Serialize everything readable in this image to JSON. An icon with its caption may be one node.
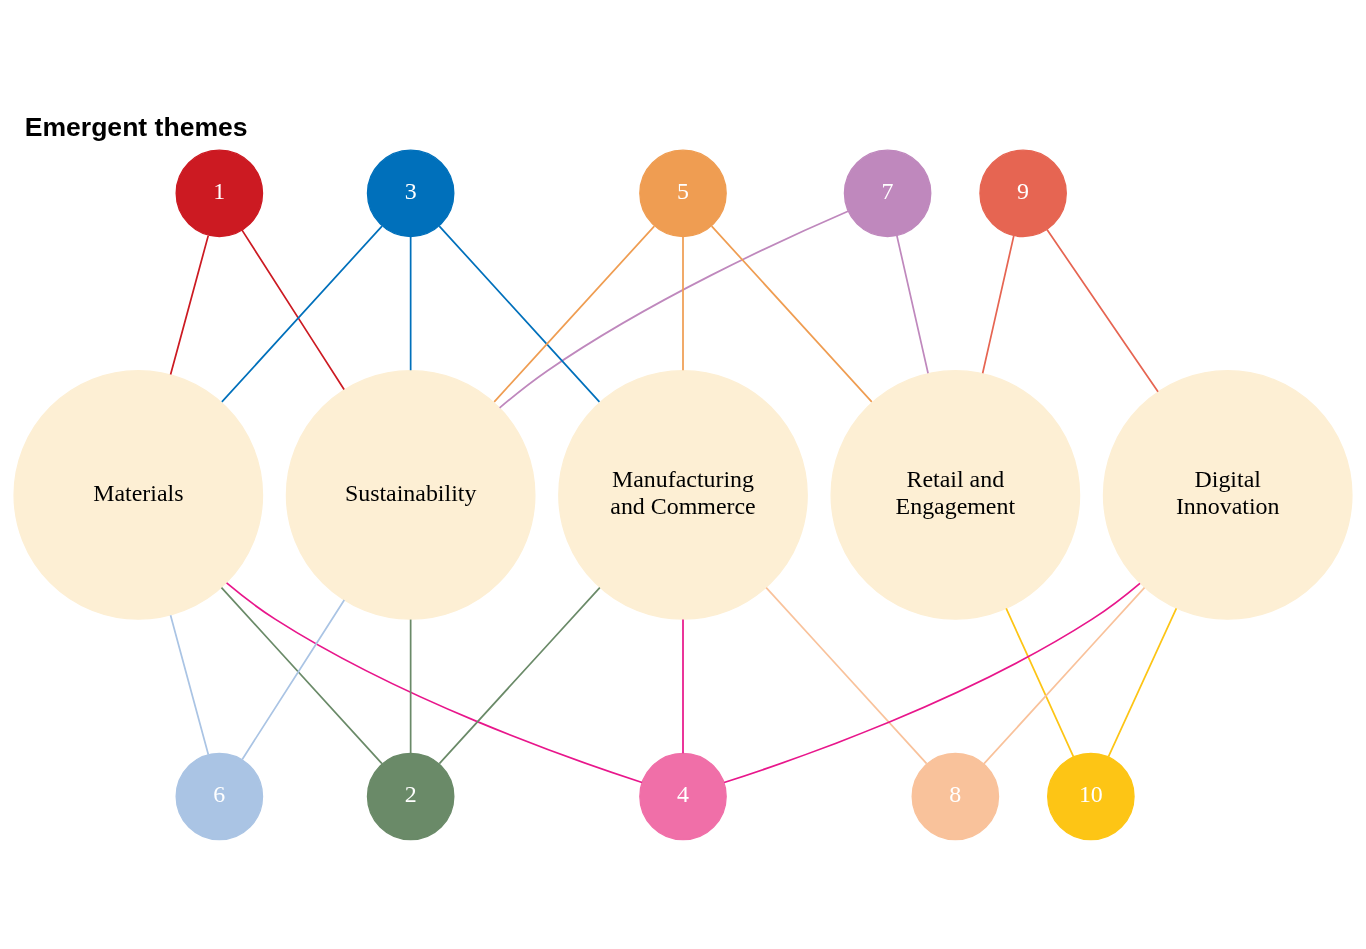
{
  "diagram": {
    "title": "Emergent themes",
    "nodes": [
      {
        "text": [
          "7"
        ]
      },
      {
        "text": [
          "1"
        ]
      },
      {
        "text": [
          "3"
        ]
      },
      {
        "text": [
          "9"
        ]
      },
      {
        "text": [
          "5"
        ]
      },
      {
        "text": [
          "Materials"
        ]
      },
      {
        "text": [
          "Sustainability"
        ]
      },
      {
        "text": [
          "Manufacturing and Commerce"
        ]
      },
      {
        "text": [
          "Retail and Engagement"
        ]
      },
      {
        "text": [
          "Digital Innovation"
        ]
      },
      {
        "text": [
          "6"
        ]
      },
      {
        "text": [
          "2"
        ]
      },
      {
        "text": [
          "8"
        ]
      },
      {
        "text": [
          "10"
        ]
      },
      {
        "text": [
          "4"
        ]
      }
    ],
    "edges": [
      {
        "from": 1,
        "to": 5,
        "arrow": "none",
        "color": "#cc1a22"
      },
      {
        "from": 1,
        "to": 6,
        "arrow": "none",
        "color": "#cc1a22"
      },
      {
        "from": 2,
        "to": 5,
        "arrow": "none",
        "color": "#0070bb"
      },
      {
        "from": 2,
        "to": 6,
        "arrow": "none",
        "color": "#0070bb"
      },
      {
        "from": 2,
        "to": 7,
        "arrow": "none",
        "color": "#0070bb"
      },
      {
        "from": 0,
        "to": 6,
        "arrow": "none",
        "color": "#bf88bd"
      },
      {
        "from": 0,
        "to": 8,
        "arrow": "none",
        "color": "#bf88bd"
      },
      {
        "from": 4,
        "to": 6,
        "arrow": "none",
        "color": "#ef9d52"
      },
      {
        "from": 4,
        "to": 7,
        "arrow": "none",
        "color": "#ef9d52"
      },
      {
        "from": 4,
        "to": 8,
        "arrow": "none",
        "color": "#ef9d52"
      },
      {
        "from": 3,
        "to": 8,
        "arrow": "none",
        "color": "#e66552"
      },
      {
        "from": 3,
        "to": 9,
        "arrow": "none",
        "color": "#e66552"
      },
      {
        "from": 5,
        "to": 10,
        "arrow": "none",
        "color": "#aac4e4"
      },
      {
        "from": 6,
        "to": 10,
        "arrow": "none",
        "color": "#aac4e4"
      },
      {
        "from": 5,
        "to": 11,
        "arrow": "none",
        "color": "#6a8a68"
      },
      {
        "from": 6,
        "to": 11,
        "arrow": "none",
        "color": "#6a8a68"
      },
      {
        "from": 7,
        "to": 11,
        "arrow": "none",
        "color": "#6a8a68"
      },
      {
        "from": 5,
        "to": 14,
        "arrow": "none",
        "color": "#e8168b"
      },
      {
        "from": 7,
        "to": 14,
        "arrow": "none",
        "color": "#e8168b"
      },
      {
        "from": 9,
        "to": 14,
        "arrow": "none",
        "color": "#e8168b"
      },
      {
        "from": 7,
        "to": 12,
        "arrow": "none",
        "color": "#f9c29b"
      },
      {
        "from": 9,
        "to": 12,
        "arrow": "none",
        "color": "#f9c29b"
      },
      {
        "from": 8,
        "to": 13,
        "arrow": "none",
        "color": "#fdc515"
      },
      {
        "from": 9,
        "to": 13,
        "arrow": "none",
        "color": "#fdc515"
      }
    ]
  }
}
